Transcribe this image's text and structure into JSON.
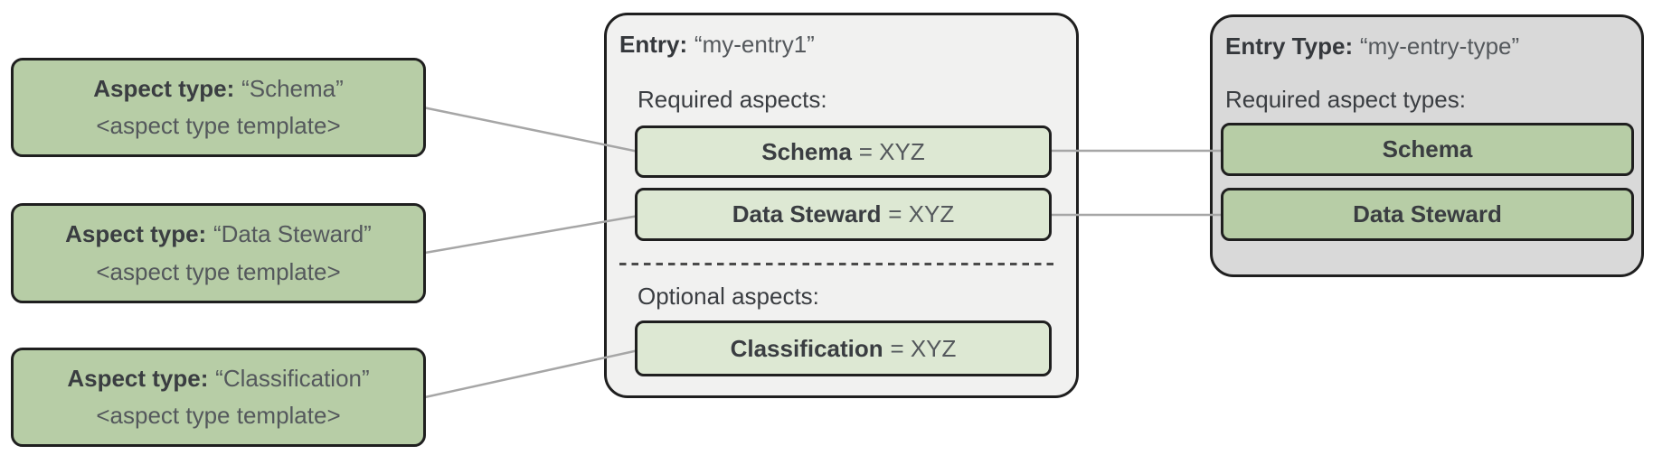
{
  "colors": {
    "aspect_green": "#b7cda6",
    "light_green": "#dde8d3",
    "entry_panel_gray": "#f1f1f0",
    "entry_type_panel_gray": "#d9d9d9",
    "border_dark": "#1f1f1f",
    "connector_gray": "#a6a6a6",
    "text_dark": "#3a3d41",
    "text_medium": "#54585c"
  },
  "aspect_types": [
    {
      "label": "Aspect type:",
      "name": "“Schema”",
      "template": "<aspect type template>"
    },
    {
      "label": "Aspect type:",
      "name": "“Data Steward”",
      "template": "<aspect type template>"
    },
    {
      "label": "Aspect type:",
      "name": "“Classification”",
      "template": "<aspect type template>"
    }
  ],
  "entry": {
    "label": "Entry:",
    "name": "“my-entry1”",
    "required_heading": "Required aspects:",
    "optional_heading": "Optional aspects:",
    "required_aspects": [
      {
        "name": "Schema",
        "value": "= XYZ"
      },
      {
        "name": "Data Steward",
        "value": "= XYZ"
      }
    ],
    "optional_aspects": [
      {
        "name": "Classification",
        "value": "= XYZ"
      }
    ]
  },
  "entry_type": {
    "label": "Entry Type:",
    "name": "“my-entry-type”",
    "required_heading": "Required aspect types:",
    "required_aspect_types": [
      {
        "name": "Schema"
      },
      {
        "name": "Data Steward"
      }
    ]
  },
  "connections": [
    {
      "from": "aspect-type-box-schema",
      "to": "entry-aspect-schema"
    },
    {
      "from": "aspect-type-box-data-steward",
      "to": "entry-aspect-data-steward"
    },
    {
      "from": "aspect-type-box-classification",
      "to": "entry-aspect-classification"
    },
    {
      "from": "entry-aspect-schema",
      "to": "entry-type-aspect-schema"
    },
    {
      "from": "entry-aspect-data-steward",
      "to": "entry-type-aspect-data-steward"
    }
  ]
}
